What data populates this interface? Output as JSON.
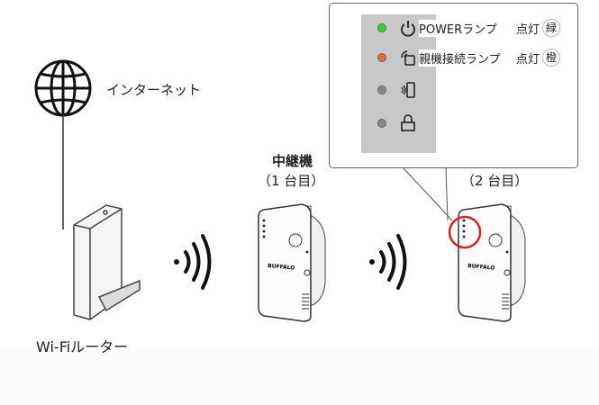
{
  "internet_label": "インターネット",
  "router_label": "Wi-Fiルーター",
  "repeater1": {
    "title": "中継機",
    "sub": "（1 台目）"
  },
  "repeater2": {
    "sub": "（2 台目）"
  },
  "brand": "BUFFALO",
  "callout": {
    "leds": [
      {
        "icon": "power-icon",
        "color": "#22dd22",
        "label": "POWERランプ",
        "state": "点灯",
        "badge": "緑"
      },
      {
        "icon": "parent-connection-icon",
        "color": "#ee6622",
        "label": "親機接続ランプ",
        "state": "点灯",
        "badge": "橙"
      },
      {
        "icon": "device-wireless-icon",
        "color": "#888888"
      },
      {
        "icon": "lock-icon",
        "color": "#888888"
      }
    ]
  },
  "highlight_color": "#e02020"
}
